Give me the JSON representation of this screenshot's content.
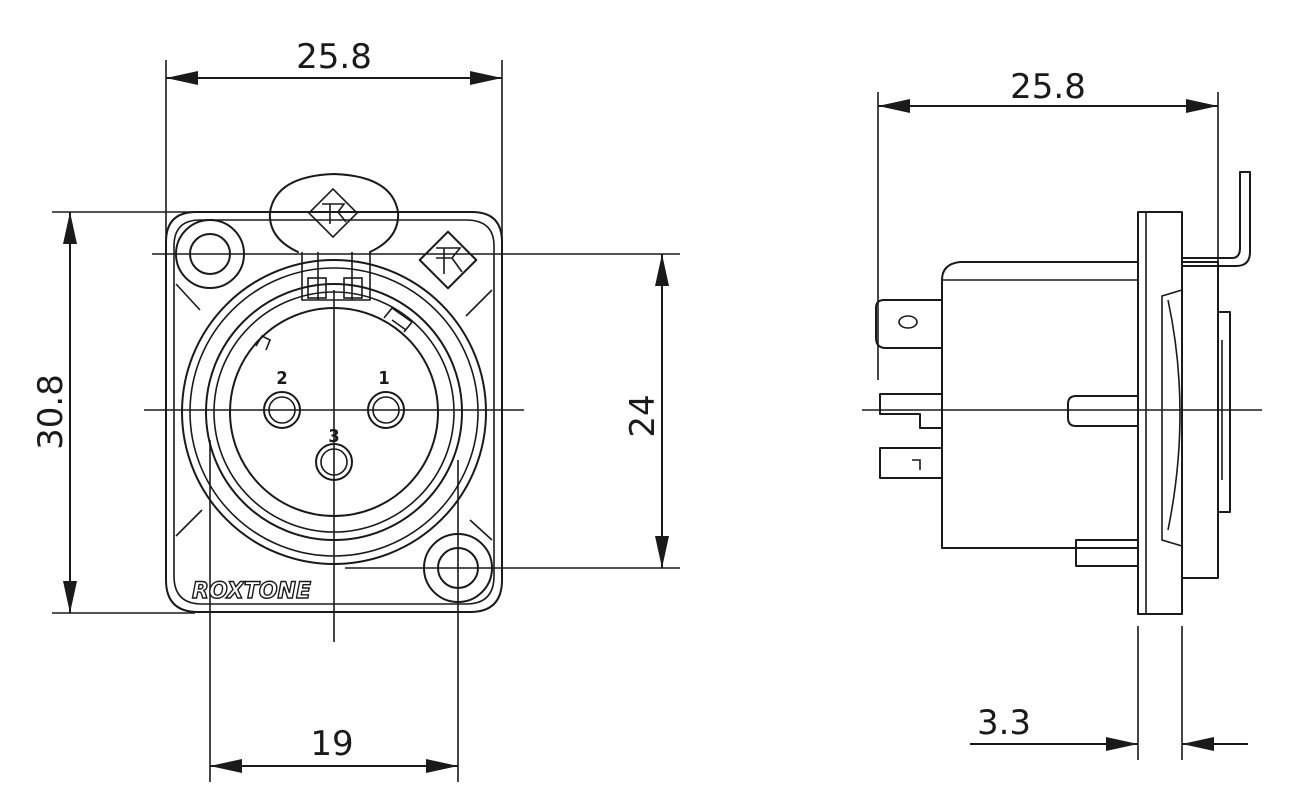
{
  "front_view": {
    "dim_width": "25.8",
    "dim_height": "30.8",
    "dim_hole_spacing": "24",
    "dim_bottom": "19",
    "pins": {
      "pin1": "1",
      "pin2": "2",
      "pin3": "3"
    },
    "brand_logo": "ROXTONE"
  },
  "side_view": {
    "dim_width": "25.8",
    "dim_flange": "3.3"
  },
  "colors": {
    "line": "#1a1a1a",
    "background": "#ffffff"
  }
}
